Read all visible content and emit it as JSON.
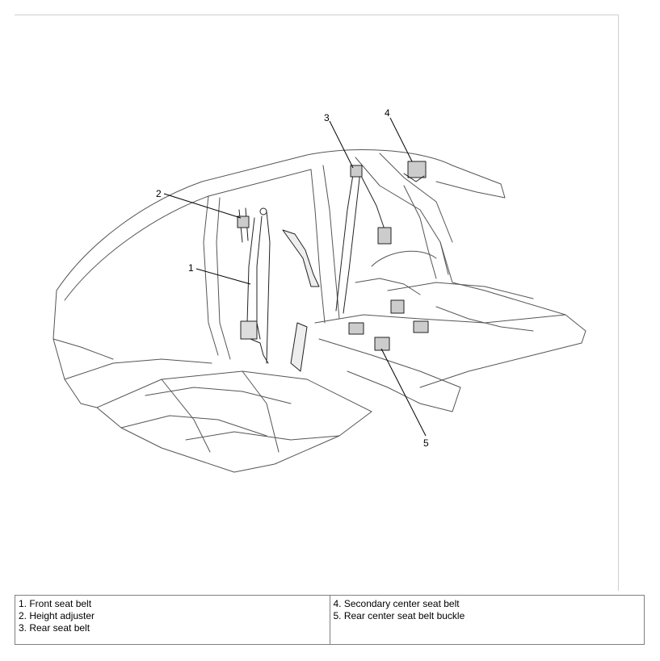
{
  "callouts": [
    "1",
    "2",
    "3",
    "4",
    "5"
  ],
  "legend": {
    "left": [
      "1. Front seat belt",
      "2. Height adjuster",
      "3. Rear seat belt"
    ],
    "right": [
      "4. Secondary center seat belt",
      "5. Rear center seat belt buckle"
    ]
  }
}
